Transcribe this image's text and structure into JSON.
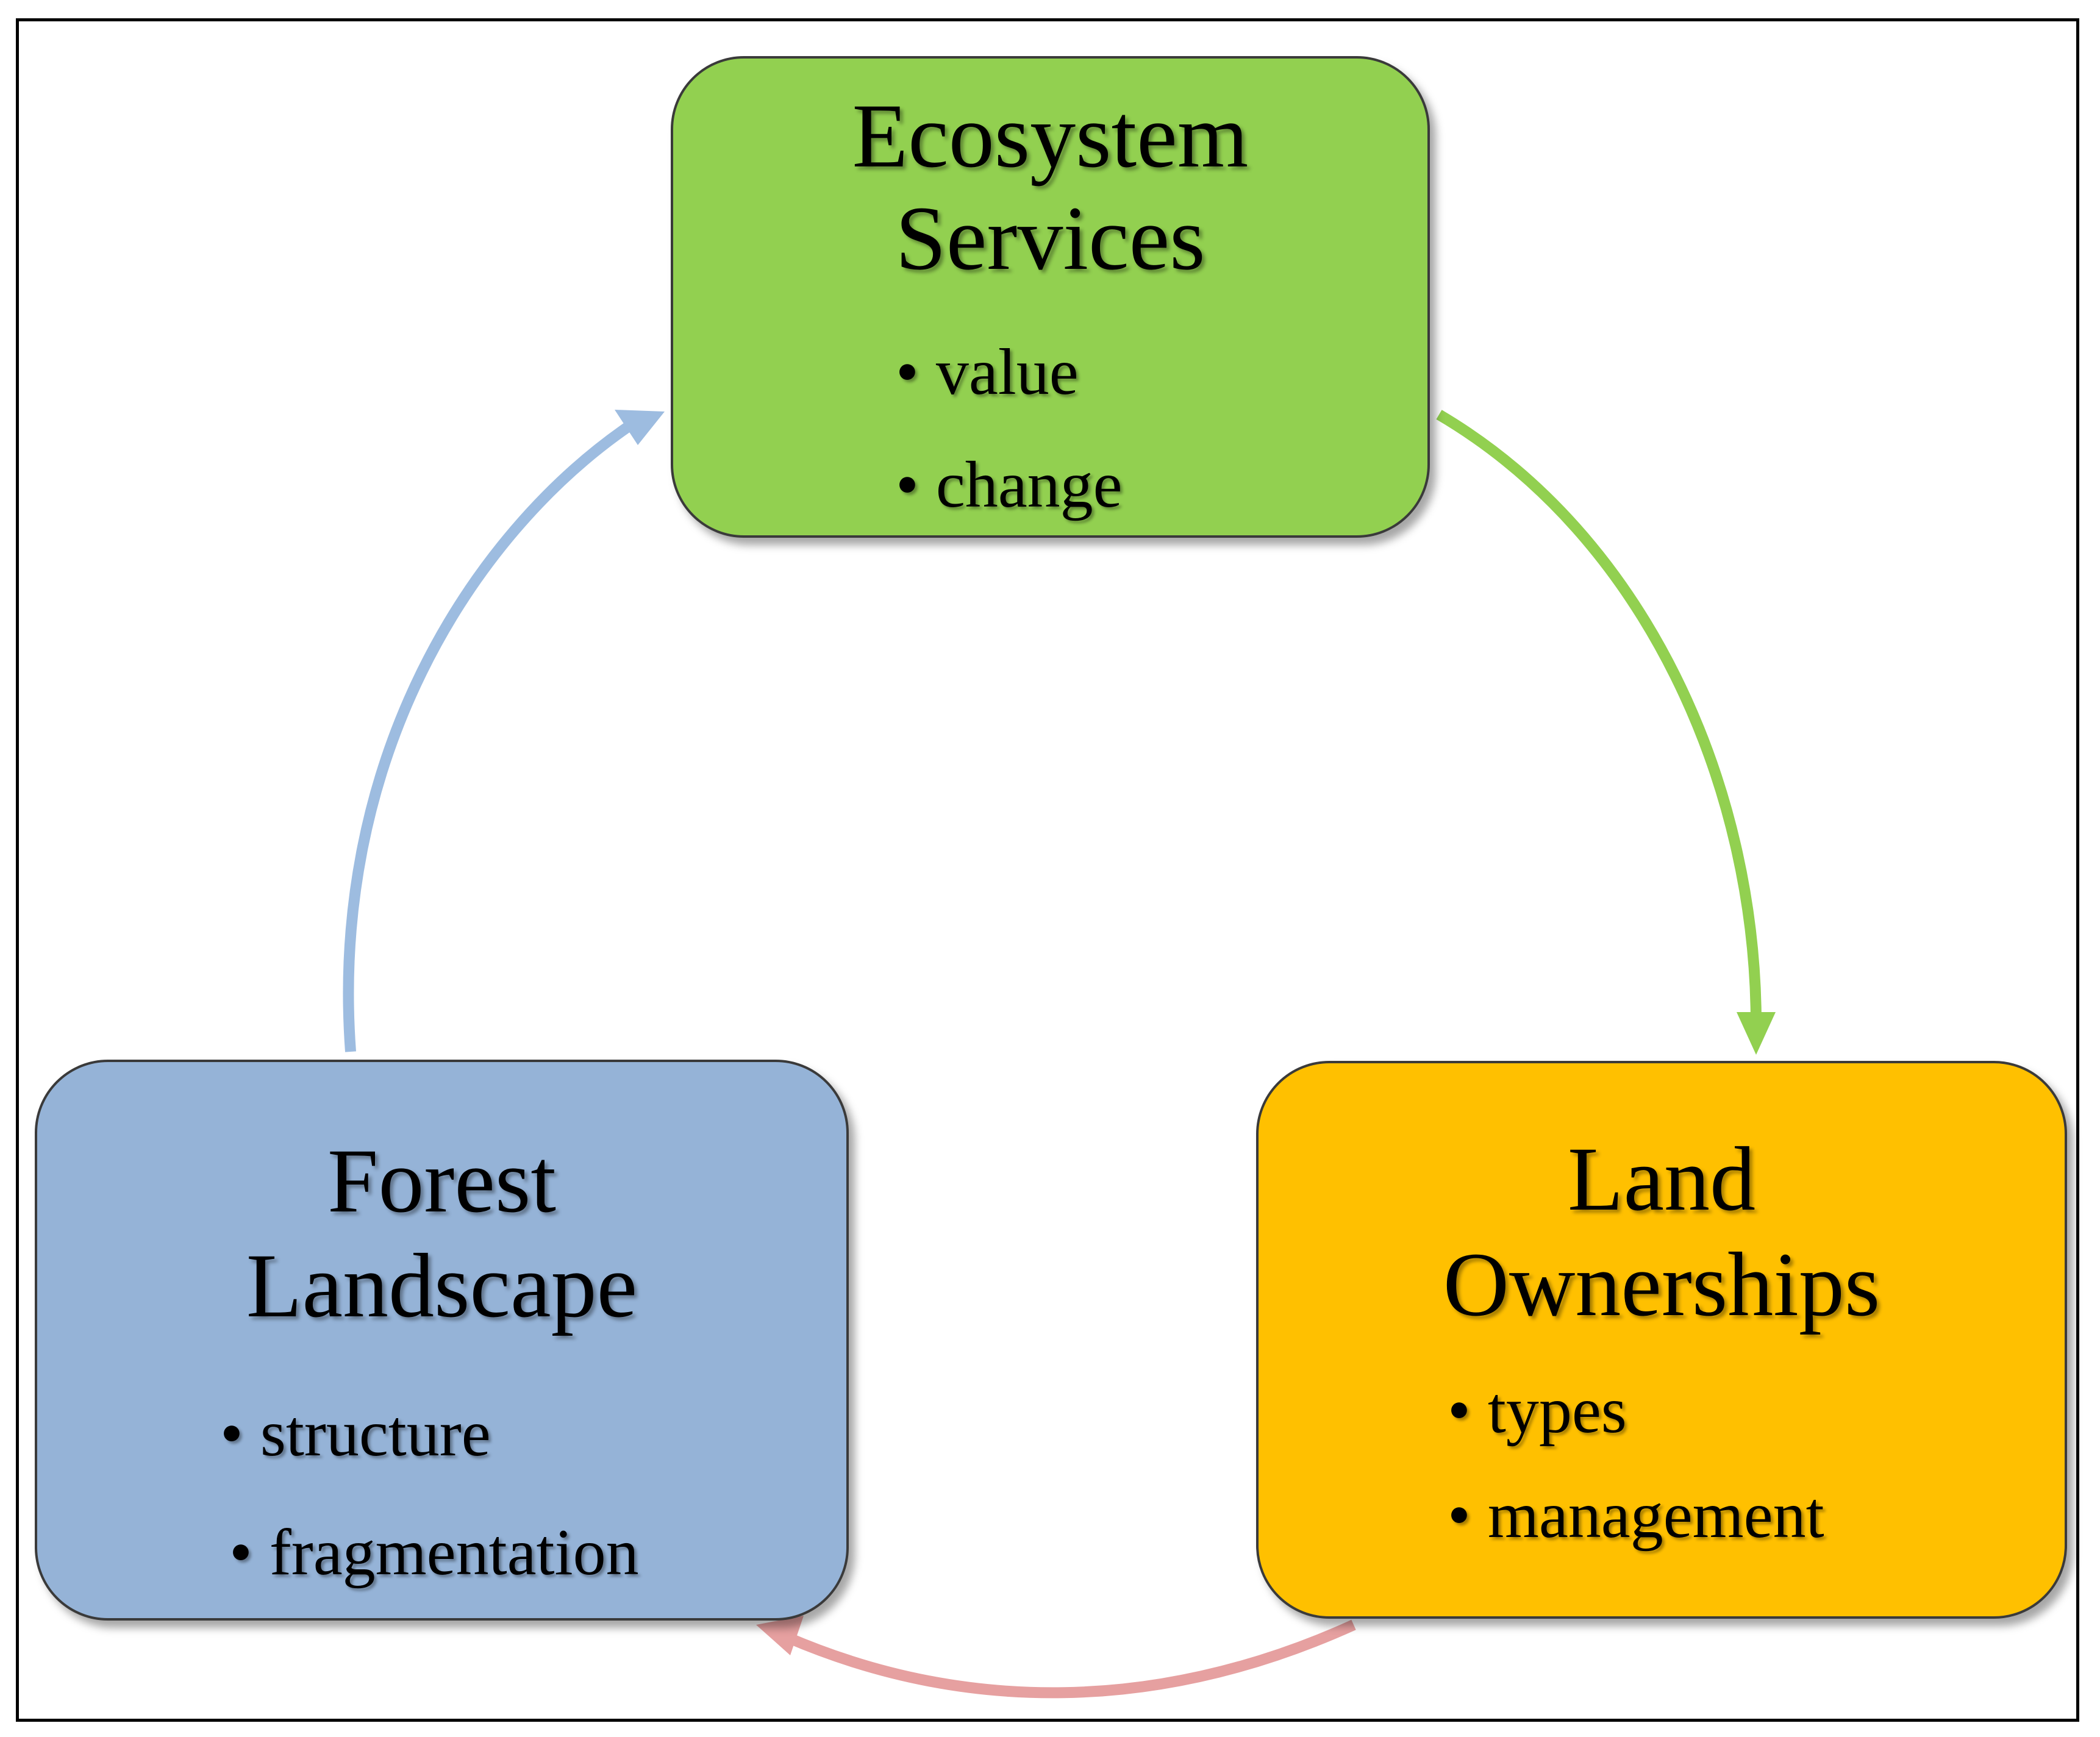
{
  "colors": {
    "ecosystem_fill": "#92D050",
    "ownership_fill": "#FFC000",
    "forest_fill": "#95B3D7",
    "arrow_green": "#92D050",
    "arrow_red": "#E6A0A0",
    "arrow_blue": "#9DBCE0"
  },
  "bullet_glyph": "•",
  "nodes": {
    "ecosystem": {
      "title_line1": "Ecosystem",
      "title_line2": "Services",
      "items": [
        "value",
        "change"
      ]
    },
    "ownership": {
      "title_line1": "Land",
      "title_line2": "Ownerships",
      "items": [
        "types",
        "management"
      ]
    },
    "forest": {
      "title_line1": "Forest",
      "title_line2": "Landscape",
      "items": [
        "structure",
        "fragmentation"
      ]
    }
  },
  "edges": [
    {
      "from": "ecosystem",
      "to": "ownership",
      "color": "arrow_green"
    },
    {
      "from": "ownership",
      "to": "forest",
      "color": "arrow_red"
    },
    {
      "from": "forest",
      "to": "ecosystem",
      "color": "arrow_blue"
    }
  ]
}
